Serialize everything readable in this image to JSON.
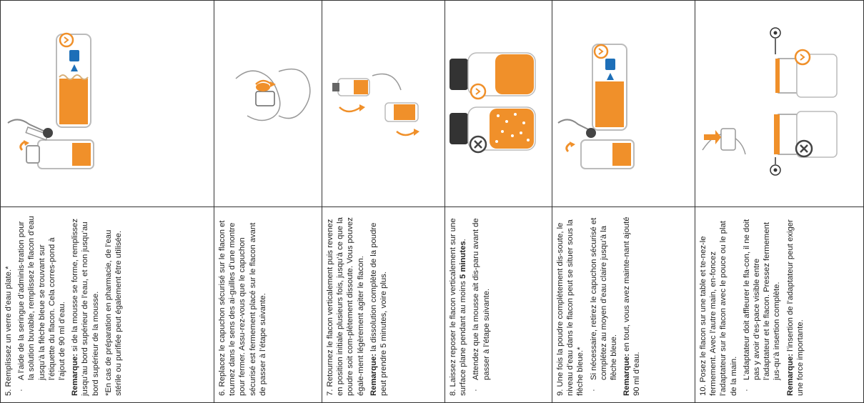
{
  "colors": {
    "orange": "#f0902a",
    "blue": "#1d6fb8",
    "grid": "#333333",
    "sketch": "#8a8a8a",
    "bottle": "#c6c6c6"
  },
  "steps": [
    {
      "number_line": "5. Remplissez un verre d’eau plate.*",
      "bullet": "A l’aide de la seringue d’adminis-tration pour la solution buvable, remplissez le flacon d’eau jusqu’à la flèche bleue se trouvant sur l’étiquette du flacon. Cela corres-pond à l’ajout de 90 ml d’eau.",
      "remark_label": "Remarque:",
      "remark_text": " si de la mousse se forme, remplissez jusqu’au bord supérieur de l’eau, et non jusqu’au bord supérieur de la mousse.",
      "footnote": "*En cas de préparation en pharmacie, de l’eau stérile ou purifiée peut également être utilisée."
    },
    {
      "number_line": "6. Replacez le capuchon sécurisé sur le flacon et tournez dans le sens des ai-guilles d’une montre pour fermer. Assu-rez-vous que le capuchon sécurisé est fermement placé sur le flacon avant de passer à l’étape suivante."
    },
    {
      "number_line": "7. Retournez le flacon verticalement puis revenez en position initiale plusieurs fois, jusqu’à ce que la poudre soit com-plètement dissoute. Vous pouvez égale-ment légèrement agiter le flacon.",
      "remark_label": "Remarque:",
      "remark_text": " la dissolution complète de la poudre peut prendre 5 minutes, voire plus."
    },
    {
      "number_line": "8. Laissez reposer le flacon verticalement sur une surface plane pendant au moins",
      "number_bold": "5 minutes",
      "number_end": ".",
      "bullet": "Attendez que la mousse ait dis-paru avant de passer à l’étape suivante."
    },
    {
      "number_line": "9. Une fois la poudre complètement dis-soute, le niveau d’eau dans le flacon peut se situer sous la flèche bleue.*",
      "bullet": "Si nécessaire, retirez le capuchon sécurisé et complétez au moyen d’eau claire jusqu’à la flèche bleue.",
      "remark_label": "Remarque:",
      "remark_text": " en tout, vous avez mainte-nant ajouté 90 ml d’eau."
    },
    {
      "number_line": "10. Posez le flacon sur une table et te-nez-le fermement. Avec l’autre main, en-foncez l’adaptateur sur le flacon avec le pouce ou le plat de la main.",
      "bullet": "L’adaptateur doit affleurer le fla-con, il ne doit pas y avoir d’es-pace visible entre l’adaptateur et le flacon. Pressez fermement jus-qu’à insertion complète.",
      "remark_label": "Remarque:",
      "remark_text": " l’insertion de l’adaptateur peut exiger une force importante."
    }
  ],
  "bullet_char": "·"
}
